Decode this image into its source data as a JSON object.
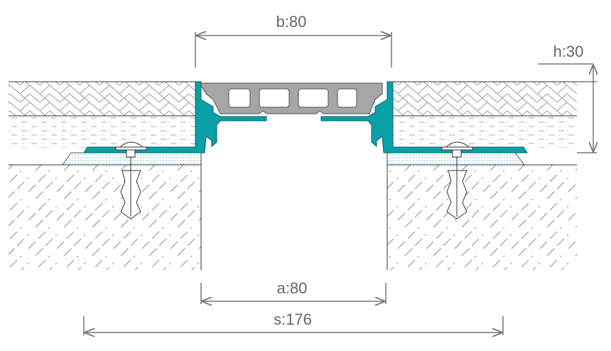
{
  "dimensions": {
    "b": "b:80",
    "h": "h:30",
    "a": "a:80",
    "s": "s:176"
  },
  "colors": {
    "profile_teal": "#0aa0a8",
    "insert_gray": "#a6a6a8",
    "line_gray": "#777777",
    "bedding_blue": "#6aa8e0"
  }
}
